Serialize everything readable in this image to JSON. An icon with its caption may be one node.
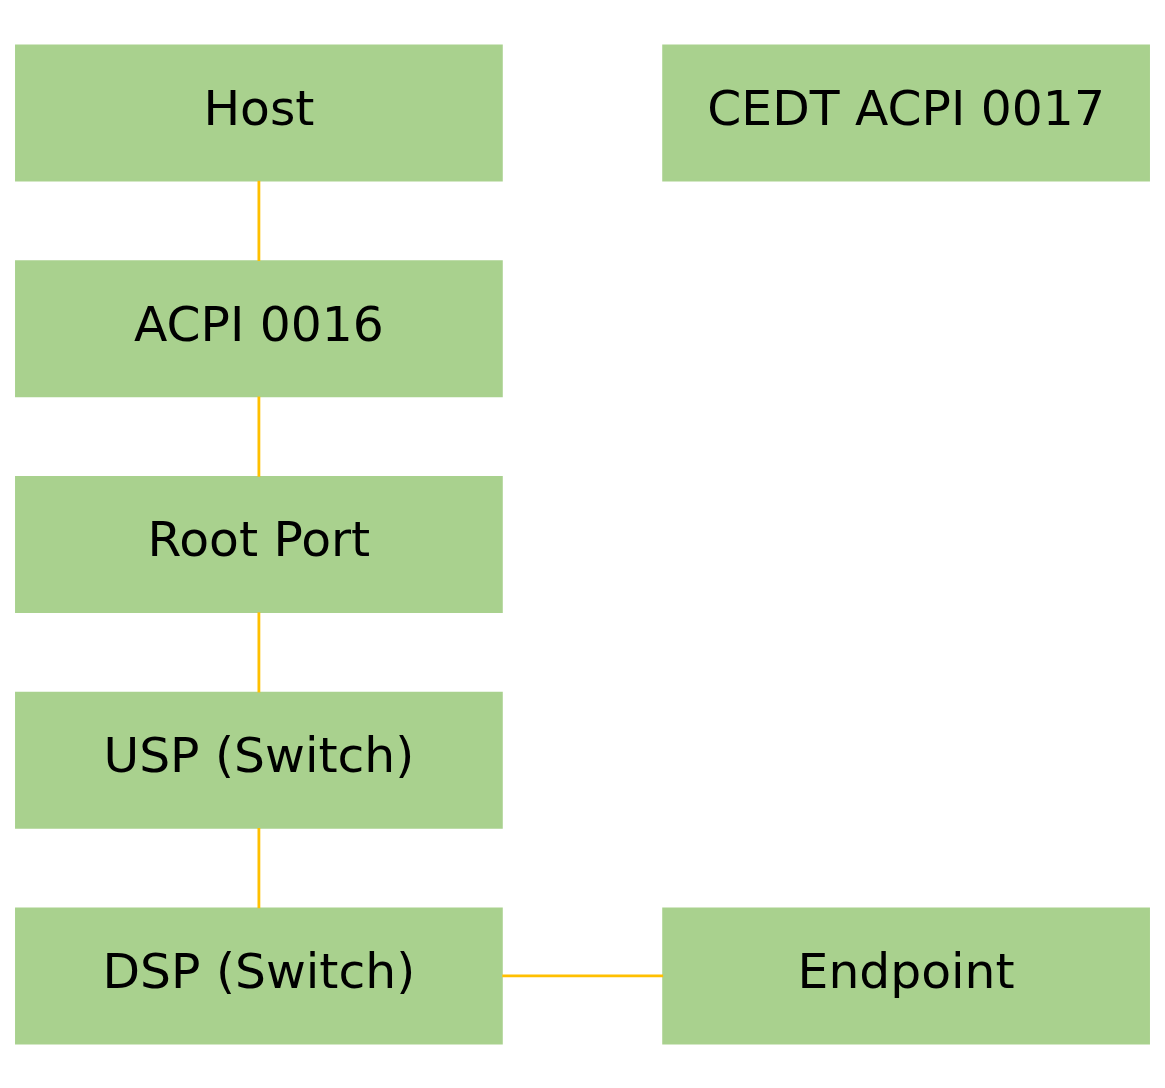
{
  "diagram": {
    "nodes": [
      {
        "text": [
          "Host"
        ]
      },
      {
        "text": [
          "CEDT ACPI 0017"
        ]
      },
      {
        "text": [
          "ACPI 0016"
        ]
      },
      {
        "text": [
          "Root Port"
        ]
      },
      {
        "text": [
          "USP (Switch)"
        ]
      },
      {
        "text": [
          "DSP (Switch)"
        ]
      },
      {
        "text": [
          "Endpoint"
        ]
      }
    ],
    "edges": [
      {
        "from": 0,
        "to": 2,
        "arrow": "none"
      },
      {
        "from": 2,
        "to": 3,
        "arrow": "none"
      },
      {
        "from": 3,
        "to": 4,
        "arrow": "none"
      },
      {
        "from": 4,
        "to": 5,
        "arrow": "none"
      },
      {
        "from": 5,
        "to": 6,
        "arrow": "none"
      }
    ]
  }
}
